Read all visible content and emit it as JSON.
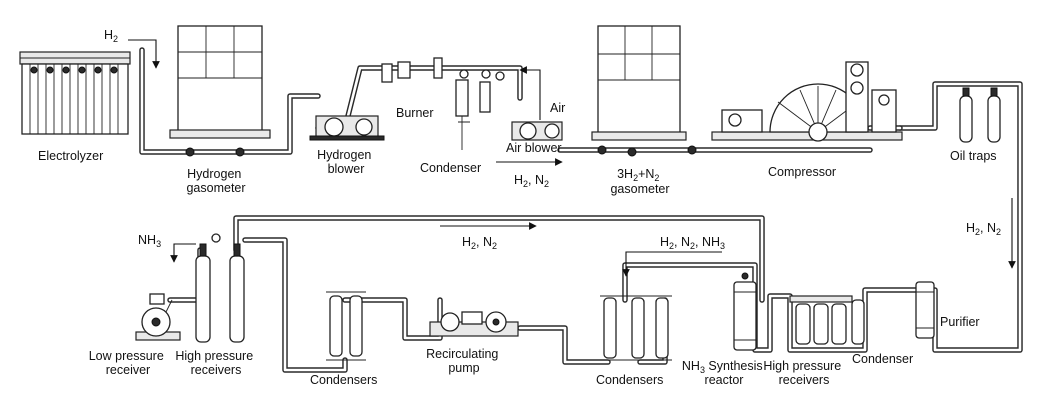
{
  "colors": {
    "ink": "#111111",
    "pipe": "#2a2a2a",
    "background": "#ffffff"
  },
  "labels": {
    "h2_feed": "H",
    "h2_feed_sub": "2",
    "electrolyzer": "Electrolyzer",
    "hydrogen_gasometer_1": "Hydrogen",
    "hydrogen_gasometer_2": "gasometer",
    "hydrogen_blower_1": "Hydrogen",
    "hydrogen_blower_2": "blower",
    "burner": "Burner",
    "air": "Air",
    "air_blower": "Air blower",
    "condenser_top": "Condenser",
    "h2n2_top_a": "H",
    "h2n2_top_b": "2",
    "h2n2_top_c": ", N",
    "h2n2_top_d": "2",
    "mix_gasometer_a": "3H",
    "mix_gasometer_b": "2",
    "mix_gasometer_c": "+N",
    "mix_gasometer_d": "2",
    "mix_gasometer_2": "gasometer",
    "compressor": "Compressor",
    "oil_traps": "Oil traps",
    "h2n2_right_a": "H",
    "h2n2_right_b": "2",
    "h2n2_right_c": ", N",
    "h2n2_right_d": "2",
    "purifier": "Purifier",
    "condenser_bottom": "Condenser",
    "hp_receivers_right_1": "High pressure",
    "hp_receivers_right_2": "receivers",
    "synthesis_a": "NH",
    "synthesis_b": "3",
    "synthesis_c": " Synthesis",
    "synthesis_2": "reactor",
    "h2n2nh3_a": "H",
    "h2n2nh3_b": "2",
    "h2n2nh3_c": ", N",
    "h2n2nh3_d": "2",
    "h2n2nh3_e": ", NH",
    "h2n2nh3_f": "3",
    "condensers_right": "Condensers",
    "recirculating_1": "Recirculating",
    "recirculating_2": "pump",
    "h2n2_mid_a": "H",
    "h2n2_mid_b": "2",
    "h2n2_mid_c": ", N",
    "h2n2_mid_d": "2",
    "condensers_left": "Condensers",
    "nh3_a": "NH",
    "nh3_b": "3",
    "lp_receiver_1": "Low pressure",
    "lp_receiver_2": "receiver",
    "hp_receivers_left_1": "High pressure",
    "hp_receivers_left_2": "receivers"
  }
}
